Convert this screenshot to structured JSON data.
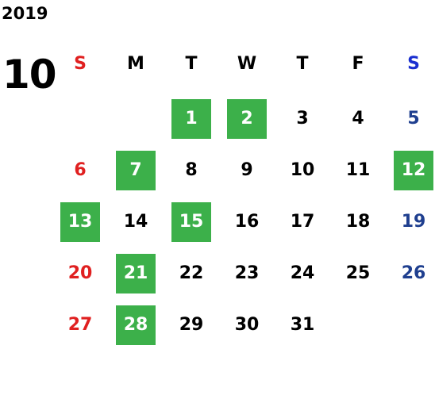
{
  "year": "2019",
  "month": "10",
  "weekdays": [
    "S",
    "M",
    "T",
    "W",
    "T",
    "F",
    "S"
  ],
  "colors": {
    "sunday": "#e02020",
    "saturday_header": "#1a2fd0",
    "saturday": "#1f3f8f",
    "highlight_bg": "#3cb04a",
    "highlight_text": "#ffffff",
    "weekday_text": "#000000"
  },
  "weeks": [
    [
      null,
      null,
      {
        "day": "1",
        "highlight": true
      },
      {
        "day": "2",
        "highlight": true
      },
      {
        "day": "3",
        "highlight": false
      },
      {
        "day": "4",
        "highlight": false
      },
      {
        "day": "5",
        "highlight": false
      }
    ],
    [
      {
        "day": "6",
        "highlight": false
      },
      {
        "day": "7",
        "highlight": true
      },
      {
        "day": "8",
        "highlight": false
      },
      {
        "day": "9",
        "highlight": false
      },
      {
        "day": "10",
        "highlight": false
      },
      {
        "day": "11",
        "highlight": false
      },
      {
        "day": "12",
        "highlight": true
      }
    ],
    [
      {
        "day": "13",
        "highlight": true
      },
      {
        "day": "14",
        "highlight": false
      },
      {
        "day": "15",
        "highlight": true
      },
      {
        "day": "16",
        "highlight": false
      },
      {
        "day": "17",
        "highlight": false
      },
      {
        "day": "18",
        "highlight": false
      },
      {
        "day": "19",
        "highlight": false
      }
    ],
    [
      {
        "day": "20",
        "highlight": false
      },
      {
        "day": "21",
        "highlight": true
      },
      {
        "day": "22",
        "highlight": false
      },
      {
        "day": "23",
        "highlight": false
      },
      {
        "day": "24",
        "highlight": false
      },
      {
        "day": "25",
        "highlight": false
      },
      {
        "day": "26",
        "highlight": false
      }
    ],
    [
      {
        "day": "27",
        "highlight": false
      },
      {
        "day": "28",
        "highlight": true
      },
      {
        "day": "29",
        "highlight": false
      },
      {
        "day": "30",
        "highlight": false
      },
      {
        "day": "31",
        "highlight": false
      },
      null,
      null
    ]
  ]
}
